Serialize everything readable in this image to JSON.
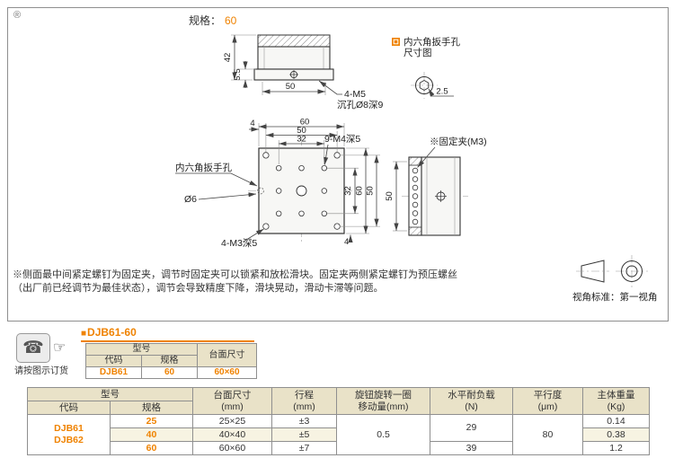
{
  "colors": {
    "accent": "#ef8200",
    "table_header_bg": "#e9e2c8",
    "table_row_alt_bg": "#f7f3e2"
  },
  "frame": {
    "registered_mark": "®",
    "spec_label": "规格：",
    "spec_value": "60"
  },
  "top_view": {
    "dim_height": "42",
    "dim_base_thickness": "5.5",
    "dim_width": "50",
    "callout_hole": "4-M5",
    "callout_counterbore": "沉孔Ø8深9"
  },
  "hex_figure": {
    "title_line1": "内六角扳手孔",
    "title_line2": "尺寸图",
    "dim_across_flats": "2.5"
  },
  "front_view": {
    "dim_top_edge": "4",
    "dim_top_overall": "60",
    "dim_top_corner": "50",
    "dim_top_grid": "32",
    "callout_m4": "9-M4深5",
    "callout_hex_hole": "内六角扳手孔",
    "callout_diameter": "Ø6",
    "callout_m3": "4-M3深5",
    "dim_right_grid": "32",
    "dim_right_overall": "60",
    "dim_right_corner": "50",
    "dim_bottom_edge": "4"
  },
  "side_view": {
    "callout_clamp": "※固定夹(M3)",
    "dim_height": "50"
  },
  "footnote": {
    "line1": "※侧面最中间紧定螺钉为固定夹，调节时固定夹可以锁紧和放松滑块。固定夹两侧紧定螺钉为预压螺丝",
    "line2": "（出厂前已经调节为最佳状态），调节会导致精度下降，滑块晃动，滑动卡滞等问题。"
  },
  "projection": {
    "caption": "视角标准：第一视角"
  },
  "order": {
    "phone_icon": "☎",
    "hand_icon": "☞",
    "caption": "请按图示订货",
    "bullet": "■",
    "title": "DJB61-60"
  },
  "mini_table": {
    "h_model": "型号",
    "h_code": "代码",
    "h_spec": "规格",
    "h_size": "台面尺寸",
    "code": "DJB61",
    "spec": "60",
    "size": "60×60"
  },
  "spec_table": {
    "h_model": "型号",
    "h_code": "代码",
    "h_spec": "规格",
    "h_size_l1": "台面尺寸",
    "h_size_l2": "(mm)",
    "h_stroke_l1": "行程",
    "h_stroke_l2": "(mm)",
    "h_knob_l1": "旋钮旋转一圈",
    "h_knob_l2": "移动量(mm)",
    "h_load_l1": "水平耐负载",
    "h_load_l2": "(N)",
    "h_parallel_l1": "平行度",
    "h_parallel_l2": "(μm)",
    "h_weight_l1": "主体重量",
    "h_weight_l2": "(Kg)",
    "code_l1": "DJB61",
    "code_l2": "DJB62",
    "rows": [
      {
        "spec": "25",
        "size": "25×25",
        "stroke": "±3",
        "weight": "0.14"
      },
      {
        "spec": "40",
        "size": "40×40",
        "stroke": "±5",
        "weight": "0.38"
      },
      {
        "spec": "60",
        "size": "60×60",
        "stroke": "±7",
        "weight": "1.2"
      }
    ],
    "knob_value": "0.5",
    "load_25_40": "29",
    "load_60": "39",
    "parallel_value": "80"
  }
}
